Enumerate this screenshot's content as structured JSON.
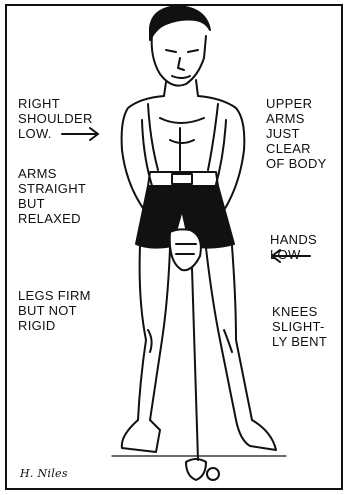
{
  "annotations": {
    "right_shoulder": [
      "RIGHT",
      "SHOULDER",
      "LOW."
    ],
    "arms": [
      "ARMS",
      "STRAIGHT",
      "BUT",
      "RELAXED"
    ],
    "legs": [
      "LEGS FIRM",
      "BUT NOT",
      "RIGID"
    ],
    "upper_arms": [
      "UPPER",
      "ARMS",
      "JUST",
      "CLEAR",
      "OF BODY"
    ],
    "hands": [
      "HANDS",
      "LOW"
    ],
    "knees": [
      "KNEES",
      "SLIGHT-",
      "LY BENT"
    ]
  },
  "signature": "H. Niles",
  "colors": {
    "ink": "#111111",
    "paper": "#ffffff"
  }
}
